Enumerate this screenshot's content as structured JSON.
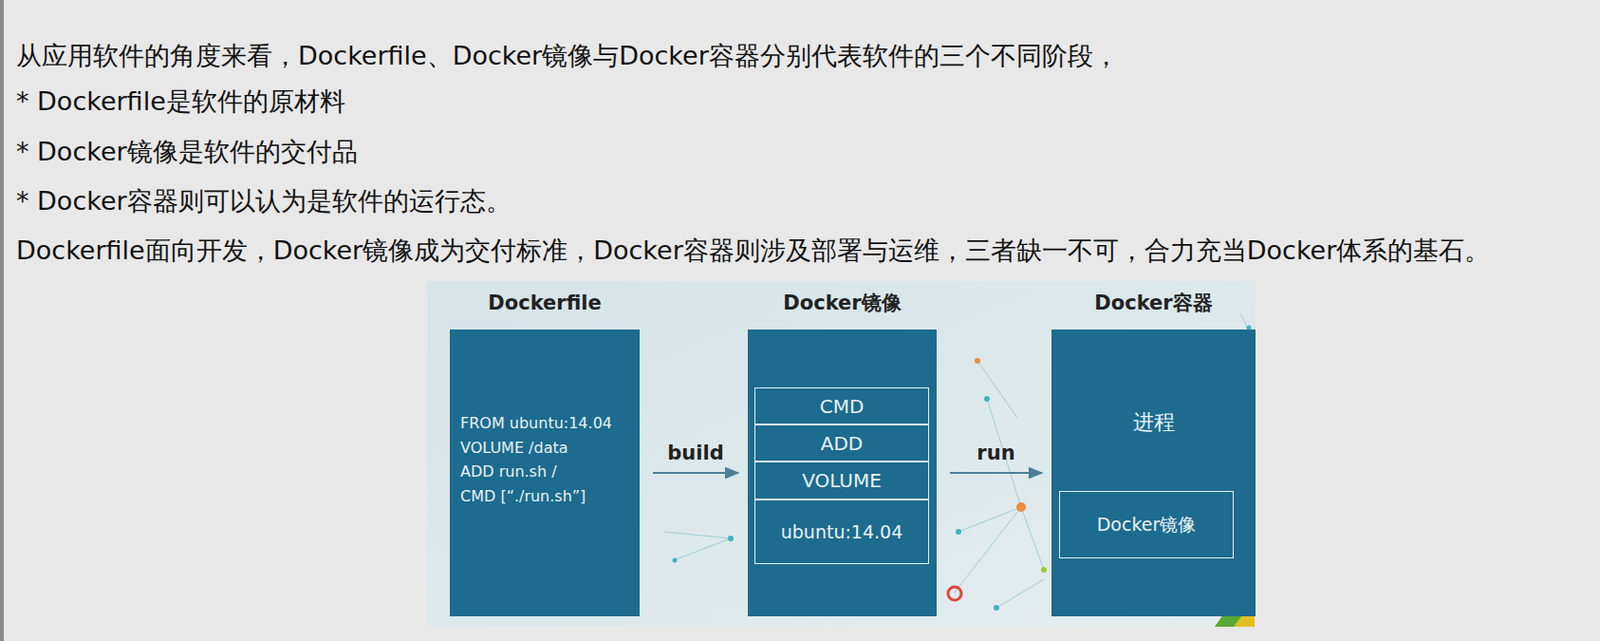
{
  "diagram": {
    "nodes": [
      {
        "text": [
          "Dockerfile",
          "FROM ubuntu:14.04",
          "VOLUME /data",
          "ADD run.sh /",
          "CMD [“./run.sh”]"
        ]
      },
      {
        "text": [
          "Docker镜像"
        ]
      },
      {
        "text": [
          "CMD"
        ],
        "in": 1
      },
      {
        "text": [
          "ADD"
        ],
        "in": 1
      },
      {
        "text": [
          "VOLUME"
        ],
        "in": 1
      },
      {
        "text": [
          "ubuntu:14.04"
        ],
        "in": 1
      },
      {
        "text": [
          "Docker容器",
          "进程"
        ]
      },
      {
        "text": [
          "Docker镜像"
        ],
        "in": 6
      }
    ],
    "edges": [
      {
        "from": 0,
        "to": 1,
        "arrow": "to",
        "label": "build"
      },
      {
        "from": 1,
        "to": 6,
        "arrow": "to",
        "label": "run"
      }
    ],
    "labels": [
      "从应用软件的角度来看，Dockerfile、Docker镜像与Docker容器分别代表软件的三个不同阶段，",
      "* Dockerfile是软件的原材料",
      "* Docker镜像是软件的交付品",
      "* Docker容器则可以认为是软件的运行态。",
      "Dockerfile面向开发，Docker镜像成为交付标准，Docker容器则涉及部署与运维，三者缺一不可，合力充当Docker体系的基石。"
    ]
  }
}
